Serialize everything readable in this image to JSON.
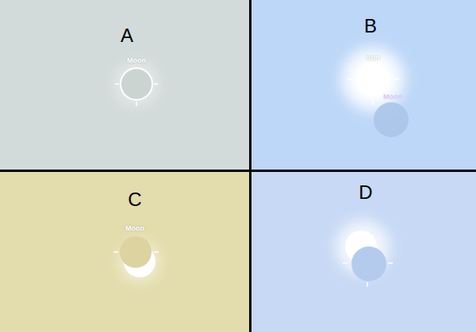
{
  "diagram": {
    "labels": [
      "A",
      "Moon",
      "B",
      "Sun",
      "Moon",
      "C",
      "Moon",
      "D"
    ]
  }
}
